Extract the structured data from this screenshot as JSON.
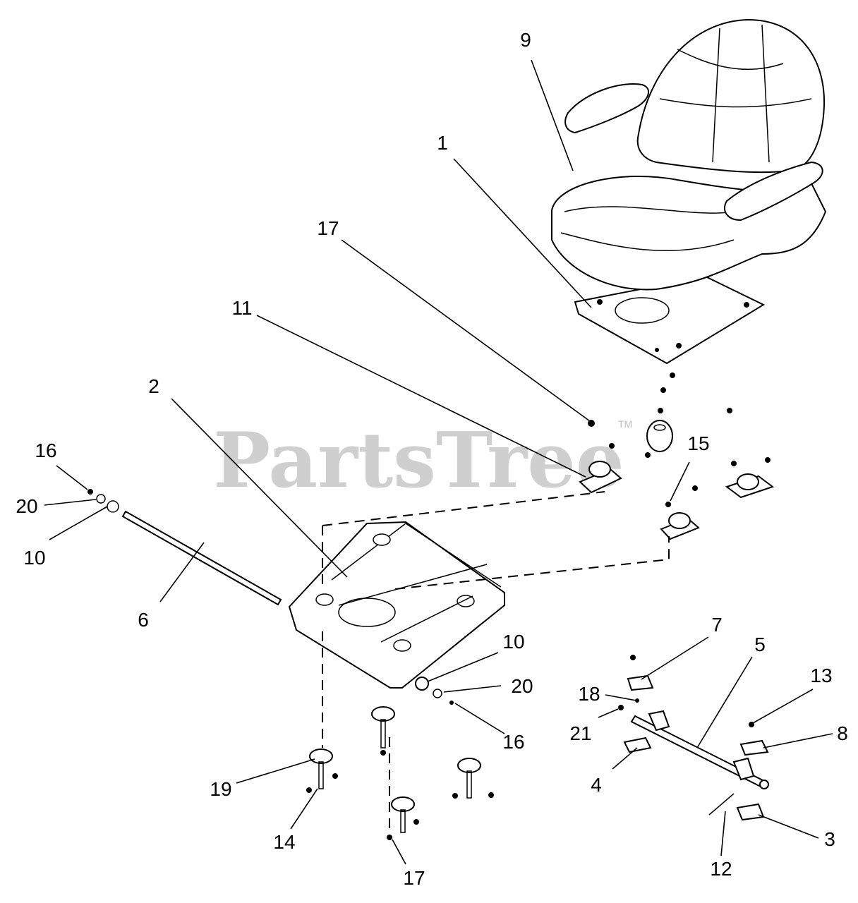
{
  "watermark": {
    "text": "PartsTree",
    "tm": "TM"
  },
  "callouts": [
    {
      "id": "c1",
      "label": "1"
    },
    {
      "id": "c2",
      "label": "2"
    },
    {
      "id": "c3",
      "label": "3"
    },
    {
      "id": "c4",
      "label": "4"
    },
    {
      "id": "c5",
      "label": "5"
    },
    {
      "id": "c6",
      "label": "6"
    },
    {
      "id": "c7",
      "label": "7"
    },
    {
      "id": "c8",
      "label": "8"
    },
    {
      "id": "c9",
      "label": "9"
    },
    {
      "id": "c10a",
      "label": "10"
    },
    {
      "id": "c10b",
      "label": "10"
    },
    {
      "id": "c11",
      "label": "11"
    },
    {
      "id": "c12",
      "label": "12"
    },
    {
      "id": "c13",
      "label": "13"
    },
    {
      "id": "c14",
      "label": "14"
    },
    {
      "id": "c15",
      "label": "15"
    },
    {
      "id": "c16a",
      "label": "16"
    },
    {
      "id": "c16b",
      "label": "16"
    },
    {
      "id": "c17a",
      "label": "17"
    },
    {
      "id": "c17b",
      "label": "17"
    },
    {
      "id": "c18",
      "label": "18"
    },
    {
      "id": "c19",
      "label": "19"
    },
    {
      "id": "c20a",
      "label": "20"
    },
    {
      "id": "c20b",
      "label": "20"
    },
    {
      "id": "c21",
      "label": "21"
    }
  ]
}
